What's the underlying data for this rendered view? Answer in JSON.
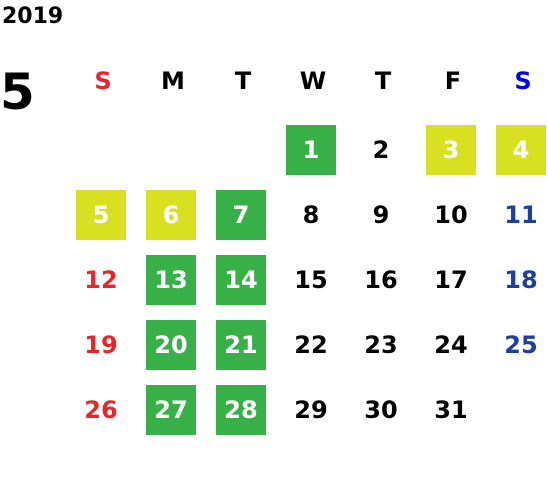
{
  "calendar": {
    "year": "2019",
    "month": "5",
    "weekdays": [
      {
        "label": "S",
        "color": "#e8262a"
      },
      {
        "label": "M",
        "color": "#000000"
      },
      {
        "label": "T",
        "color": "#000000"
      },
      {
        "label": "W",
        "color": "#000000"
      },
      {
        "label": "T",
        "color": "#000000"
      },
      {
        "label": "F",
        "color": "#000000"
      },
      {
        "label": "S",
        "color": "#0000ee"
      }
    ],
    "colors": {
      "green": "#38b048",
      "yellow": "#d9e021",
      "sunday": "#e8262a",
      "saturday": "#1e3f9a",
      "weekday": "#000000",
      "highlight_text": "#ffffff"
    },
    "weeks": [
      [
        null,
        null,
        null,
        {
          "day": "1",
          "hl": "green"
        },
        {
          "day": "2"
        },
        {
          "day": "3",
          "hl": "yellow"
        },
        {
          "day": "4",
          "hl": "yellow"
        }
      ],
      [
        {
          "day": "5",
          "hl": "yellow"
        },
        {
          "day": "6",
          "hl": "yellow"
        },
        {
          "day": "7",
          "hl": "green"
        },
        {
          "day": "8"
        },
        {
          "day": "9"
        },
        {
          "day": "10"
        },
        {
          "day": "11"
        }
      ],
      [
        {
          "day": "12"
        },
        {
          "day": "13",
          "hl": "green"
        },
        {
          "day": "14",
          "hl": "green"
        },
        {
          "day": "15"
        },
        {
          "day": "16"
        },
        {
          "day": "17"
        },
        {
          "day": "18"
        }
      ],
      [
        {
          "day": "19"
        },
        {
          "day": "20",
          "hl": "green"
        },
        {
          "day": "21",
          "hl": "green"
        },
        {
          "day": "22"
        },
        {
          "day": "23"
        },
        {
          "day": "24"
        },
        {
          "day": "25"
        }
      ],
      [
        {
          "day": "26"
        },
        {
          "day": "27",
          "hl": "green"
        },
        {
          "day": "28",
          "hl": "green"
        },
        {
          "day": "29"
        },
        {
          "day": "30"
        },
        {
          "day": "31"
        },
        null
      ]
    ]
  }
}
